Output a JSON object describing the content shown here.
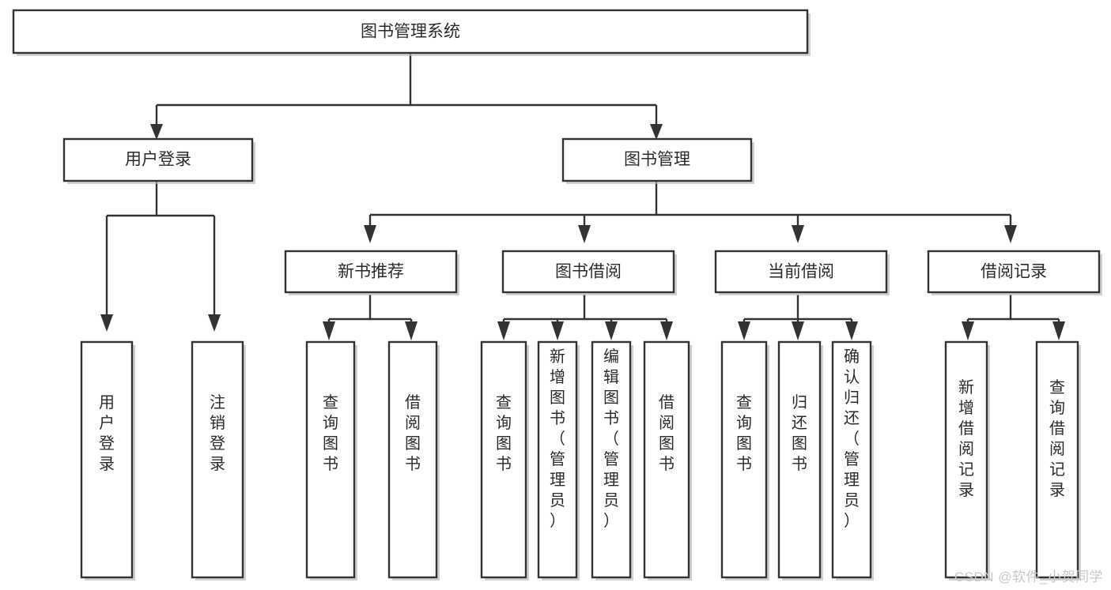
{
  "diagram": {
    "title": "图书管理系统",
    "type": "tree-hierarchy",
    "watermark": "CSDN @软件_小贺同学",
    "colors": {
      "box_border": "#333333",
      "box_fill": "#ffffff",
      "connector": "#333333",
      "text": "#2b2b2b",
      "watermark": "#c9c9c9",
      "background": "#ffffff"
    },
    "root": {
      "id": "root",
      "label": "图书管理系统",
      "orientation": "horizontal"
    },
    "level2": [
      {
        "id": "user-login",
        "label": "用户登录",
        "orientation": "horizontal"
      },
      {
        "id": "book-management",
        "label": "图书管理",
        "orientation": "horizontal"
      }
    ],
    "level3": [
      {
        "id": "new-book-recommend",
        "label": "新书推荐",
        "parent": "book-management",
        "orientation": "horizontal"
      },
      {
        "id": "book-borrow",
        "label": "图书借阅",
        "parent": "book-management",
        "orientation": "horizontal"
      },
      {
        "id": "current-borrow",
        "label": "当前借阅",
        "parent": "book-management",
        "orientation": "horizontal"
      },
      {
        "id": "borrow-record",
        "label": "借阅记录",
        "parent": "book-management",
        "orientation": "horizontal"
      }
    ],
    "leaves": [
      {
        "id": "leaf-user-login",
        "label": "用户登录",
        "parent": "user-login",
        "orientation": "vertical"
      },
      {
        "id": "leaf-user-logout",
        "label": "注销登录",
        "parent": "user-login",
        "orientation": "vertical"
      },
      {
        "id": "leaf-query-book-1",
        "label": "查询图书",
        "parent": "new-book-recommend",
        "orientation": "vertical"
      },
      {
        "id": "leaf-borrow-book-1",
        "label": "借阅图书",
        "parent": "new-book-recommend",
        "orientation": "vertical"
      },
      {
        "id": "leaf-query-book-2",
        "label": "查询图书",
        "parent": "book-borrow",
        "orientation": "vertical"
      },
      {
        "id": "leaf-add-book",
        "label": "新增图书（管理员）",
        "parent": "book-borrow",
        "orientation": "vertical"
      },
      {
        "id": "leaf-edit-book",
        "label": "编辑图书（管理员）",
        "parent": "book-borrow",
        "orientation": "vertical"
      },
      {
        "id": "leaf-borrow-book-2",
        "label": "借阅图书",
        "parent": "book-borrow",
        "orientation": "vertical"
      },
      {
        "id": "leaf-query-book-3",
        "label": "查询图书",
        "parent": "current-borrow",
        "orientation": "vertical"
      },
      {
        "id": "leaf-return-book",
        "label": "归还图书",
        "parent": "current-borrow",
        "orientation": "vertical"
      },
      {
        "id": "leaf-confirm-return",
        "label": "确认归还（管理员）",
        "parent": "current-borrow",
        "orientation": "vertical"
      },
      {
        "id": "leaf-add-record",
        "label": "新增借阅记录",
        "parent": "borrow-record",
        "orientation": "vertical"
      },
      {
        "id": "leaf-query-record",
        "label": "查询借阅记录",
        "parent": "borrow-record",
        "orientation": "vertical"
      }
    ]
  }
}
